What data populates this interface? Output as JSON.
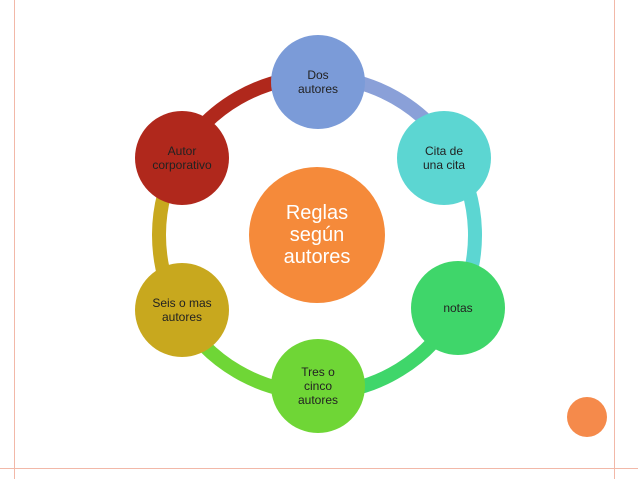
{
  "diagram": {
    "center": {
      "label": "Reglas\nsegún\nautores",
      "color": "#f58a3a"
    },
    "nodes": [
      {
        "id": "dos-autores",
        "label": "Dos\nautores",
        "color": "#7b9bd8"
      },
      {
        "id": "cita-de-una-cita",
        "label": "Cita de\nuna cita",
        "color": "#5cd6d2"
      },
      {
        "id": "notas",
        "label": "notas",
        "color": "#3fd66a"
      },
      {
        "id": "tres-o-cinco-autores",
        "label": "Tres o\ncinco\nautores",
        "color": "#6fd636"
      },
      {
        "id": "seis-o-mas-autores",
        "label": "Seis o mas\nautores",
        "color": "#c8a81e"
      },
      {
        "id": "autor-corporativo",
        "label": "Autor\ncorporativo",
        "color": "#b0281c"
      }
    ],
    "ring_colors": [
      "#8aa0d8",
      "#5cd6d2",
      "#3fd66a",
      "#6fd636",
      "#c8a81e",
      "#b0281c"
    ]
  }
}
